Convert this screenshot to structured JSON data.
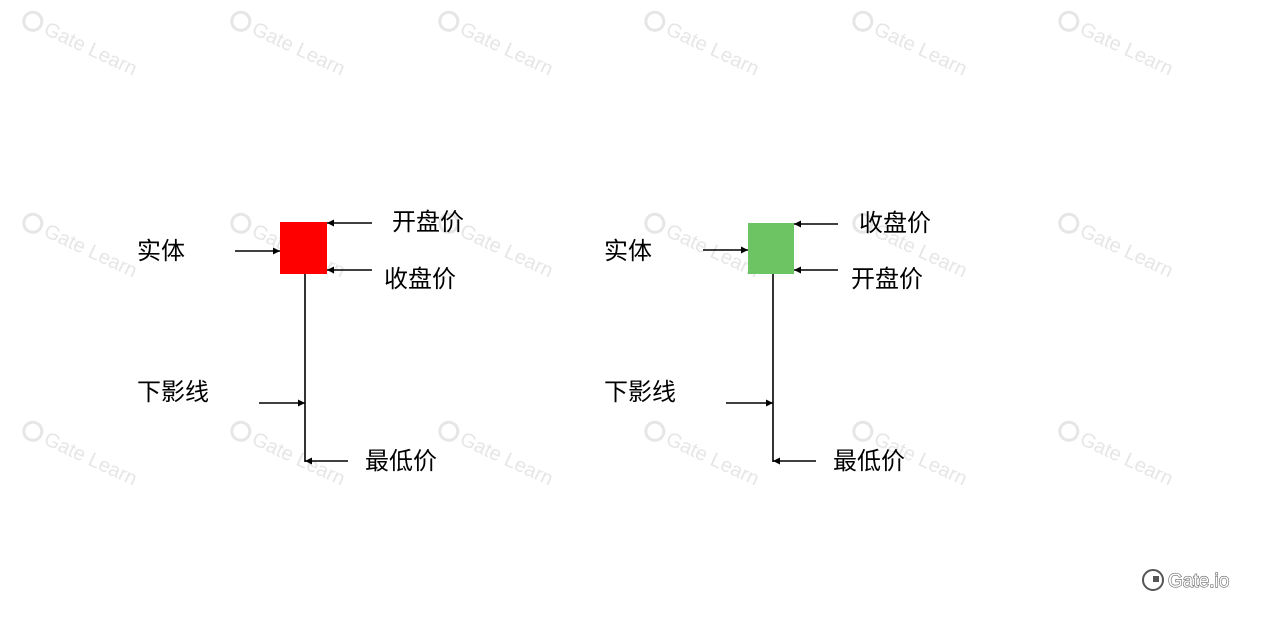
{
  "colors": {
    "bearish_body": "#ff0000",
    "bullish_body": "#6cc562",
    "line": "#000000",
    "watermark": "#e6e6e6"
  },
  "watermark": {
    "text": "Gate Learn"
  },
  "brand": {
    "text": "Gate.io"
  },
  "left_candle": {
    "body_label": "实体",
    "top_label": "开盘价",
    "bottom_label": "收盘价",
    "shadow_label": "下影线",
    "low_label": "最低价"
  },
  "right_candle": {
    "body_label": "实体",
    "top_label": "收盘价",
    "bottom_label": "开盘价",
    "shadow_label": "下影线",
    "low_label": "最低价"
  }
}
